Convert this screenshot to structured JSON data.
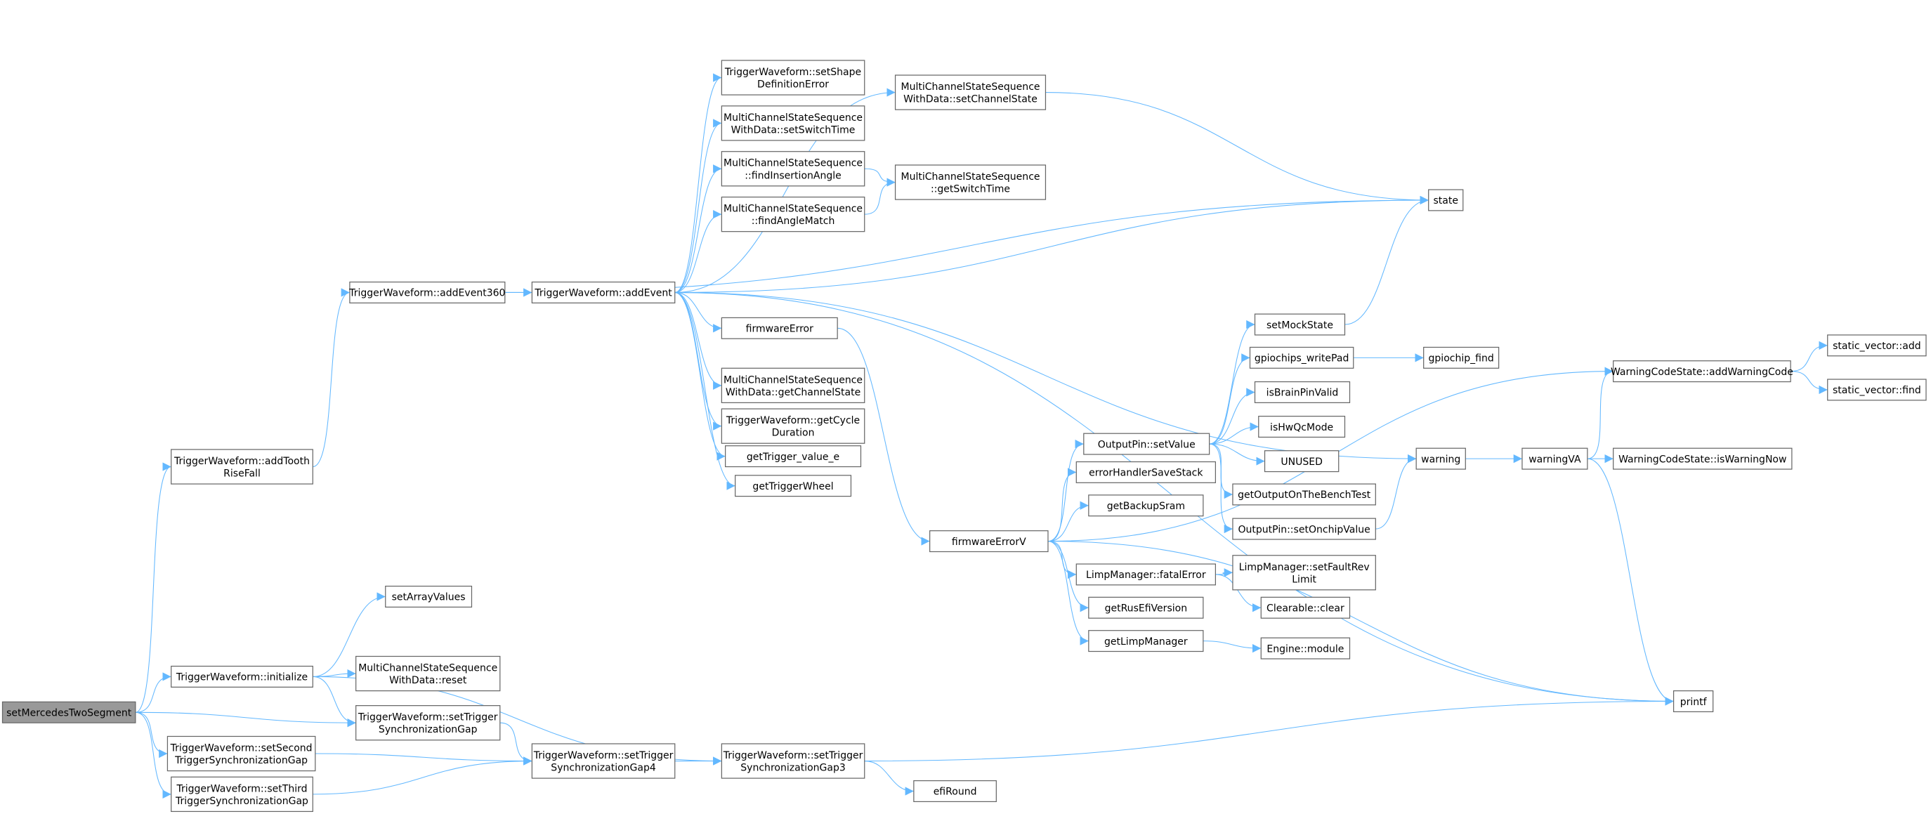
{
  "graph": {
    "edge_color": "#63b8ff",
    "root_fill": "#999999",
    "nodes": [
      {
        "id": "n0",
        "lines": [
          "setMercedesTwoSegment"
        ]
      },
      {
        "id": "n1",
        "lines": [
          "TriggerWaveform::addTooth",
          "RiseFall"
        ]
      },
      {
        "id": "n2",
        "lines": [
          "TriggerWaveform::addEvent360"
        ]
      },
      {
        "id": "n3",
        "lines": [
          "TriggerWaveform::addEvent"
        ]
      },
      {
        "id": "n4",
        "lines": [
          "TriggerWaveform::initialize"
        ]
      },
      {
        "id": "n5",
        "lines": [
          "setArrayValues"
        ]
      },
      {
        "id": "n6",
        "lines": [
          "MultiChannelStateSequence",
          "WithData::reset"
        ]
      },
      {
        "id": "n7",
        "lines": [
          "TriggerWaveform::setTrigger",
          "SynchronizationGap"
        ]
      },
      {
        "id": "n8",
        "lines": [
          "TriggerWaveform::setSecond",
          "TriggerSynchronizationGap"
        ]
      },
      {
        "id": "n9",
        "lines": [
          "TriggerWaveform::setThird",
          "TriggerSynchronizationGap"
        ]
      },
      {
        "id": "n10",
        "lines": [
          "TriggerWaveform::setTrigger",
          "SynchronizationGap4"
        ]
      },
      {
        "id": "n11",
        "lines": [
          "TriggerWaveform::setTrigger",
          "SynchronizationGap3"
        ]
      },
      {
        "id": "n12",
        "lines": [
          "efiRound"
        ]
      },
      {
        "id": "n13",
        "lines": [
          "TriggerWaveform::setShape",
          "DefinitionError"
        ]
      },
      {
        "id": "n14",
        "lines": [
          "MultiChannelStateSequence",
          "WithData::setSwitchTime"
        ]
      },
      {
        "id": "n15",
        "lines": [
          "MultiChannelStateSequence",
          "::findInsertionAngle"
        ]
      },
      {
        "id": "n16",
        "lines": [
          "MultiChannelStateSequence",
          "::findAngleMatch"
        ]
      },
      {
        "id": "n17",
        "lines": [
          "MultiChannelStateSequence",
          "WithData::setChannelState"
        ]
      },
      {
        "id": "n18",
        "lines": [
          "MultiChannelStateSequence",
          "::getSwitchTime"
        ]
      },
      {
        "id": "n19",
        "lines": [
          "state"
        ]
      },
      {
        "id": "n20",
        "lines": [
          "firmwareError"
        ]
      },
      {
        "id": "n21",
        "lines": [
          "MultiChannelStateSequence",
          "WithData::getChannelState"
        ]
      },
      {
        "id": "n22",
        "lines": [
          "TriggerWaveform::getCycle",
          "Duration"
        ]
      },
      {
        "id": "n23",
        "lines": [
          "getTrigger_value_e"
        ]
      },
      {
        "id": "n24",
        "lines": [
          "getTriggerWheel"
        ]
      },
      {
        "id": "n25",
        "lines": [
          "firmwareErrorV"
        ]
      },
      {
        "id": "n26",
        "lines": [
          "OutputPin::setValue"
        ]
      },
      {
        "id": "n27",
        "lines": [
          "errorHandlerSaveStack"
        ]
      },
      {
        "id": "n28",
        "lines": [
          "getBackupSram"
        ]
      },
      {
        "id": "n29",
        "lines": [
          "LimpManager::fatalError"
        ]
      },
      {
        "id": "n30",
        "lines": [
          "getRusEfiVersion"
        ]
      },
      {
        "id": "n31",
        "lines": [
          "getLimpManager"
        ]
      },
      {
        "id": "n32",
        "lines": [
          "setMockState"
        ]
      },
      {
        "id": "n33",
        "lines": [
          "gpiochips_writePad"
        ]
      },
      {
        "id": "n34",
        "lines": [
          "isBrainPinValid"
        ]
      },
      {
        "id": "n35",
        "lines": [
          "isHwQcMode"
        ]
      },
      {
        "id": "n36",
        "lines": [
          "UNUSED"
        ]
      },
      {
        "id": "n37",
        "lines": [
          "getOutputOnTheBenchTest"
        ]
      },
      {
        "id": "n38",
        "lines": [
          "OutputPin::setOnchipValue"
        ]
      },
      {
        "id": "n39",
        "lines": [
          "LimpManager::setFaultRev",
          "Limit"
        ]
      },
      {
        "id": "n40",
        "lines": [
          "Clearable::clear"
        ]
      },
      {
        "id": "n41",
        "lines": [
          "Engine::module"
        ]
      },
      {
        "id": "n42",
        "lines": [
          "gpiochip_find"
        ]
      },
      {
        "id": "n43",
        "lines": [
          "warning"
        ]
      },
      {
        "id": "n44",
        "lines": [
          "warningVA"
        ]
      },
      {
        "id": "n45",
        "lines": [
          "WarningCodeState::isWarningNow"
        ]
      },
      {
        "id": "n46",
        "lines": [
          "WarningCodeState::addWarningCode"
        ]
      },
      {
        "id": "n47",
        "lines": [
          "static_vector::add"
        ]
      },
      {
        "id": "n48",
        "lines": [
          "static_vector::find"
        ]
      },
      {
        "id": "n49",
        "lines": [
          "printf"
        ]
      }
    ],
    "edges": [
      [
        "n0",
        "n1"
      ],
      [
        "n0",
        "n4"
      ],
      [
        "n0",
        "n7"
      ],
      [
        "n0",
        "n8"
      ],
      [
        "n0",
        "n9"
      ],
      [
        "n1",
        "n2"
      ],
      [
        "n2",
        "n3"
      ],
      [
        "n2",
        "n19"
      ],
      [
        "n3",
        "n13"
      ],
      [
        "n3",
        "n14"
      ],
      [
        "n3",
        "n15"
      ],
      [
        "n3",
        "n16"
      ],
      [
        "n3",
        "n17"
      ],
      [
        "n3",
        "n19"
      ],
      [
        "n3",
        "n20"
      ],
      [
        "n3",
        "n21"
      ],
      [
        "n3",
        "n22"
      ],
      [
        "n3",
        "n23"
      ],
      [
        "n3",
        "n24"
      ],
      [
        "n3",
        "n43"
      ],
      [
        "n3",
        "n49"
      ],
      [
        "n4",
        "n5"
      ],
      [
        "n4",
        "n6"
      ],
      [
        "n4",
        "n7"
      ],
      [
        "n4",
        "n11"
      ],
      [
        "n7",
        "n10"
      ],
      [
        "n8",
        "n10"
      ],
      [
        "n9",
        "n10"
      ],
      [
        "n10",
        "n11"
      ],
      [
        "n11",
        "n12"
      ],
      [
        "n11",
        "n49"
      ],
      [
        "n15",
        "n18"
      ],
      [
        "n16",
        "n18"
      ],
      [
        "n17",
        "n19"
      ],
      [
        "n20",
        "n25"
      ],
      [
        "n25",
        "n26"
      ],
      [
        "n25",
        "n27"
      ],
      [
        "n25",
        "n28"
      ],
      [
        "n25",
        "n29"
      ],
      [
        "n25",
        "n30"
      ],
      [
        "n25",
        "n31"
      ],
      [
        "n25",
        "n49"
      ],
      [
        "n25",
        "n46"
      ],
      [
        "n26",
        "n32"
      ],
      [
        "n26",
        "n33"
      ],
      [
        "n26",
        "n34"
      ],
      [
        "n26",
        "n35"
      ],
      [
        "n26",
        "n36"
      ],
      [
        "n26",
        "n37"
      ],
      [
        "n26",
        "n38"
      ],
      [
        "n32",
        "n19"
      ],
      [
        "n33",
        "n42"
      ],
      [
        "n38",
        "n43"
      ],
      [
        "n29",
        "n39"
      ],
      [
        "n29",
        "n40"
      ],
      [
        "n31",
        "n41"
      ],
      [
        "n43",
        "n44"
      ],
      [
        "n44",
        "n46"
      ],
      [
        "n44",
        "n45"
      ],
      [
        "n44",
        "n49"
      ],
      [
        "n46",
        "n47"
      ],
      [
        "n46",
        "n48"
      ]
    ]
  }
}
